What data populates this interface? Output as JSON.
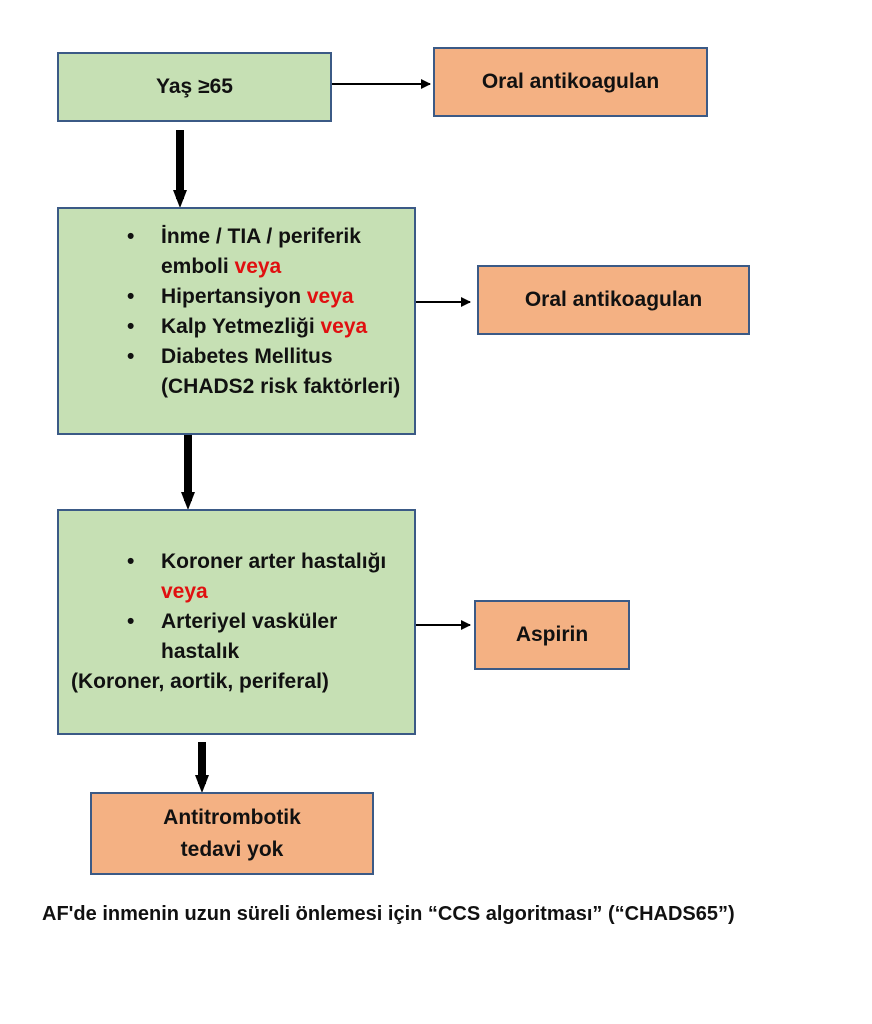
{
  "boxes": {
    "age": {
      "text": "Yaş ≥65"
    },
    "oac1": {
      "text": "Oral antikoagulan"
    },
    "chads": {
      "items": [
        {
          "line1": "İnme / TIA / periferik",
          "line2": "emboli ",
          "conj": "veya"
        },
        {
          "text": "Hipertansiyon ",
          "conj": "veya"
        },
        {
          "text": "Kalp Yetmezliği ",
          "conj": "veya"
        },
        {
          "text": "Diabetes Mellitus"
        }
      ],
      "note": "(CHADS2 risk faktörleri)"
    },
    "oac2": {
      "text": "Oral antikoagulan"
    },
    "cad": {
      "items": [
        {
          "text": "Koroner arter hastalığı",
          "conj": "veya"
        },
        {
          "line1": "Arteriyel vasküler",
          "line2": "hastalık"
        }
      ],
      "note": "(Koroner, aortik, periferal)"
    },
    "aspirin": {
      "text": "Aspirin"
    },
    "none": {
      "line1": "Antitrombotik",
      "line2": "tedavi yok"
    }
  },
  "caption": "AF'de inmenin uzun süreli önlemesi için “CCS algoritması” (“CHADS65”)",
  "colors": {
    "node_green": "#c6e0b4",
    "node_orange": "#f4b183",
    "border": "#3b5a86",
    "conjunction_red": "#e01010"
  }
}
